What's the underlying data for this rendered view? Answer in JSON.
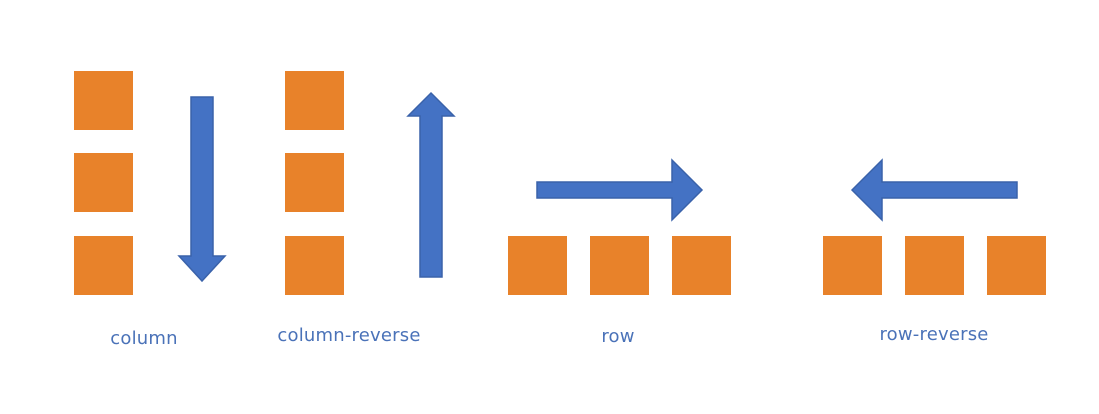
{
  "colors": {
    "box": "#E8822A",
    "arrow": "#4472C4",
    "arrow_outline": "#3A62AA",
    "label": "#4A72B8"
  },
  "diagrams": [
    {
      "label": "column",
      "direction": "down"
    },
    {
      "label": "column-reverse",
      "direction": "up"
    },
    {
      "label": "row",
      "direction": "right"
    },
    {
      "label": "row-reverse",
      "direction": "left"
    }
  ]
}
